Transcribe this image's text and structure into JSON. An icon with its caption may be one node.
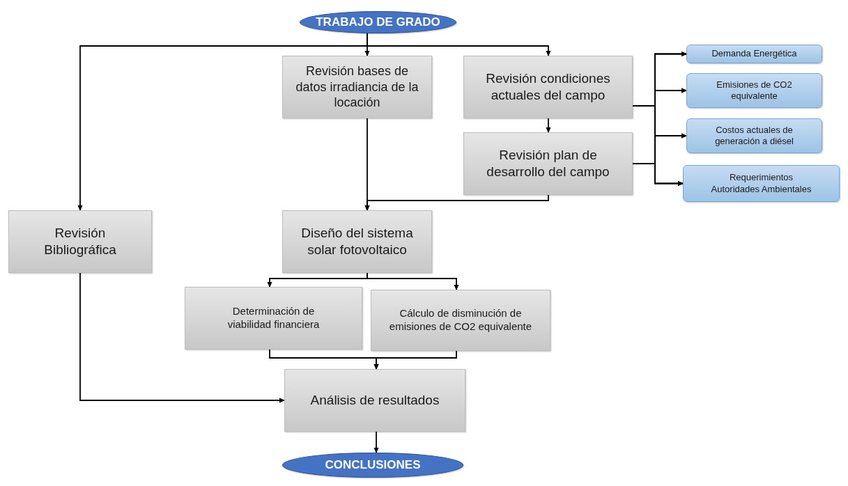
{
  "diagram": {
    "nodes": [
      {
        "text": [
          "TRABAJO DE GRADO"
        ]
      },
      {
        "text": [
          "Revisión bases de datos irradiancia de la locación"
        ]
      },
      {
        "text": [
          "Revisión condiciones actuales del campo"
        ]
      },
      {
        "text": [
          "Revisión plan de desarrollo del campo"
        ]
      },
      {
        "text": [
          "Demanda Energética"
        ]
      },
      {
        "text": [
          "Emisiones de CO2 equivalente"
        ]
      },
      {
        "text": [
          "Costos actuales de generación a diésel"
        ]
      },
      {
        "text": [
          "Requerimientos Autoridades Ambientales"
        ]
      },
      {
        "text": [
          "Revisión Bibliográfica"
        ]
      },
      {
        "text": [
          "Diseño del sistema solar fotovoltaico"
        ]
      },
      {
        "text": [
          "Determinación de viabilidad financiera"
        ]
      },
      {
        "text": [
          "Cálculo de disminución de emisiones de CO2 equivalente"
        ]
      },
      {
        "text": [
          "Análisis de resultados"
        ]
      },
      {
        "text": [
          "CONCLUSIONES"
        ]
      }
    ],
    "edges": [
      {
        "from": 0,
        "to": 8,
        "arrow": "to"
      },
      {
        "from": 0,
        "to": 1,
        "arrow": "to"
      },
      {
        "from": 0,
        "to": 2,
        "arrow": "to"
      },
      {
        "from": 2,
        "to": 3,
        "arrow": "to"
      },
      {
        "from": 2,
        "to": 4,
        "arrow": "to"
      },
      {
        "from": 2,
        "to": 5,
        "arrow": "to"
      },
      {
        "from": 2,
        "to": 6,
        "arrow": "to"
      },
      {
        "from": 2,
        "to": 7,
        "arrow": "to"
      },
      {
        "from": 3,
        "to": 4,
        "arrow": "to"
      },
      {
        "from": 3,
        "to": 5,
        "arrow": "to"
      },
      {
        "from": 3,
        "to": 6,
        "arrow": "to"
      },
      {
        "from": 3,
        "to": 7,
        "arrow": "to"
      },
      {
        "from": 1,
        "to": 9,
        "arrow": "to"
      },
      {
        "from": 3,
        "to": 9,
        "arrow": "to"
      },
      {
        "from": 9,
        "to": 10,
        "arrow": "to"
      },
      {
        "from": 9,
        "to": 11,
        "arrow": "to"
      },
      {
        "from": 10,
        "to": 12,
        "arrow": "to"
      },
      {
        "from": 11,
        "to": 12,
        "arrow": "to"
      },
      {
        "from": 8,
        "to": 12,
        "arrow": "to"
      },
      {
        "from": 12,
        "to": 13,
        "arrow": "to"
      }
    ]
  }
}
